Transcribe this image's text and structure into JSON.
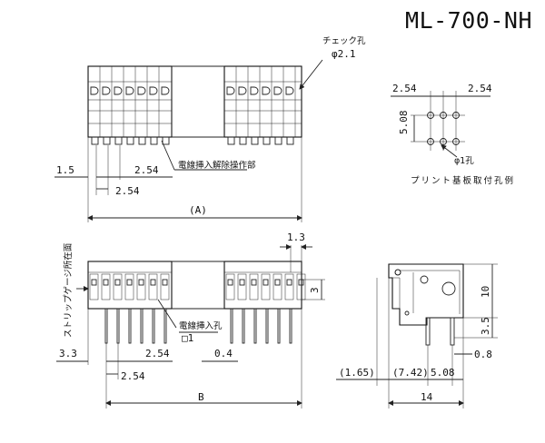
{
  "title": "ML-700-NH",
  "top_view": {
    "check_hole_label": "チェック孔",
    "check_hole_dia": "φ2.1",
    "wire_release_label": "電線挿入解除操作部",
    "dim_left_offset": "1.5",
    "dim_pitch_upper": "2.54",
    "dim_pitch_lower": "2.54",
    "dim_overall": "(A)"
  },
  "pcb_pattern": {
    "pitch_left": "2.54",
    "pitch_right": "2.54",
    "row_spacing": "5.08",
    "hole_dia": "φ1孔",
    "caption": "プリント基板取付孔例"
  },
  "front_view": {
    "strip_gauge_label": "ストリップゲージ所在面",
    "dim_top_tab": "1.3",
    "dim_side_height": "3",
    "wire_insert_label": "電線挿入孔",
    "wire_insert_size": "□1",
    "dim_left_offset": "3.3",
    "dim_pitch_upper": "2.54",
    "dim_pitch_lower": "2.54",
    "dim_pin_width": "0.4",
    "dim_overall": "B"
  },
  "side_view": {
    "dim_height": "10",
    "dim_pin_length": "3.5",
    "dim_pin_thickness": "0.8",
    "dim_left_ref": "(1.65)",
    "dim_mid_ref": "(7.42)",
    "dim_pin_spacing": "5.08",
    "dim_depth": "14"
  }
}
